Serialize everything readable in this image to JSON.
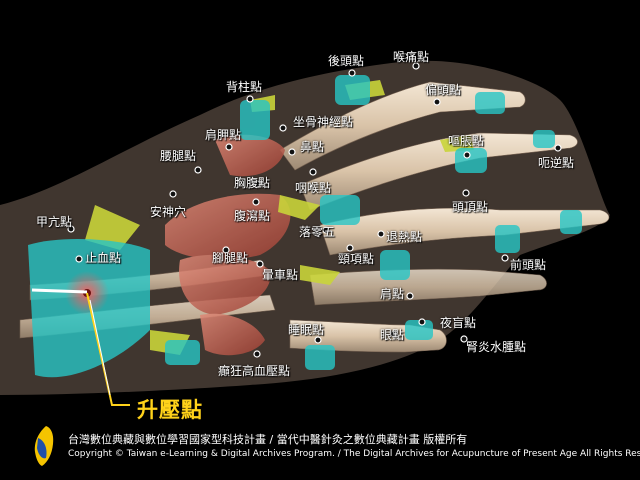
{
  "highlight_point": "升壓點",
  "points": [
    {
      "id": "houtou",
      "label": "後頭點"
    },
    {
      "id": "houtong",
      "label": "喉痛點"
    },
    {
      "id": "beizhu",
      "label": "背柱點"
    },
    {
      "id": "piantou",
      "label": "偏頭點"
    },
    {
      "id": "zuogu",
      "label": "坐骨神經點"
    },
    {
      "id": "jiangu",
      "label": "肩胛點"
    },
    {
      "id": "outu",
      "label": "嘔脹點"
    },
    {
      "id": "yaotui",
      "label": "腰腿點"
    },
    {
      "id": "bi",
      "label": "鼻點"
    },
    {
      "id": "eni",
      "label": "呃逆點"
    },
    {
      "id": "xiongfu",
      "label": "胸腹點"
    },
    {
      "id": "yanhou",
      "label": "咽喉點"
    },
    {
      "id": "anshen",
      "label": "安神穴"
    },
    {
      "id": "fuxie",
      "label": "腹瀉點"
    },
    {
      "id": "dingtou",
      "label": "頭頂點"
    },
    {
      "id": "jiayuan",
      "label": "甲亢點"
    },
    {
      "id": "luozhen",
      "label": "落零五"
    },
    {
      "id": "tuire",
      "label": "退熱點"
    },
    {
      "id": "zhixue",
      "label": "止血點"
    },
    {
      "id": "zutui",
      "label": "腳腿點"
    },
    {
      "id": "jingding",
      "label": "頸項點"
    },
    {
      "id": "qiantou",
      "label": "前頭點"
    },
    {
      "id": "yunche",
      "label": "暈車點"
    },
    {
      "id": "jian",
      "label": "肩點"
    },
    {
      "id": "yemang",
      "label": "夜盲點"
    },
    {
      "id": "shuimian",
      "label": "睡眠點"
    },
    {
      "id": "yan",
      "label": "眼點"
    },
    {
      "id": "shenyan",
      "label": "腎炎水腫點"
    },
    {
      "id": "dianjuang",
      "label": "癲狂高血壓點"
    }
  ],
  "footer": {
    "line1": "台灣數位典藏與數位學習國家型科技計畫 / 當代中醫針灸之數位典藏計畫 版權所有",
    "line2": "Copyright © Taiwan e-Learning & Digital Archives Program. / The Digital Archives for Acupuncture of Present Age All Rights Reserved."
  },
  "colors": {
    "background": "#000000",
    "highlight_text": "#ffd21a",
    "label_text": "#ffffff",
    "point_region": "#27c6c6",
    "ligament": "#c9d43a",
    "muscle": "#c8604f",
    "bone": "#e7d7c3"
  }
}
